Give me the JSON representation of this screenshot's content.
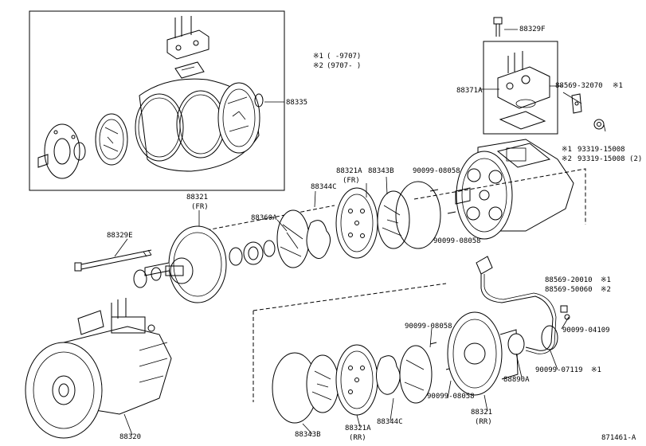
{
  "notes": {
    "note1_mark": "※1",
    "note1_text": "(      -9707)",
    "note2_mark": "※2",
    "note2_text": "(9707-      )"
  },
  "labels": {
    "p88329F": "88329F",
    "p88335": "88335",
    "p88371A": "88371A",
    "p88569_32070": "88569-32070",
    "p88569_32070_mark": "※1",
    "p93319_15008_1": "93319-15008",
    "p93319_15008_1_mark": "※1",
    "p93319_15008_2": "93319-15008 (2)",
    "p93319_15008_2_mark": "※2",
    "p88321_fr": "88321",
    "p88321_fr_sub": "(FR)",
    "p88321A_fr": "88321A",
    "p88321A_fr_sub": "(FR)",
    "p88343B_top": "88343B",
    "p88344C_top": "88344C",
    "p90099_08058_a": "90099-08058",
    "p90099_08058_b": "90099-08058",
    "p90099_08058_c": "90099-08058",
    "p90099_08058_d": "90099-08058",
    "p88360A": "88360A",
    "p88329E": "88329E",
    "p88569_20010": "88569-20010",
    "p88569_20010_mark": "※1",
    "p88569_50060": "88569-50060",
    "p88569_50060_mark": "※2",
    "p90099_04109": "90099-04109",
    "p88890A": "88890A",
    "p90099_07119": "90099-07119",
    "p90099_07119_mark": "※1",
    "p88321_rr": "88321",
    "p88321_rr_sub": "(RR)",
    "p88321A_rr": "88321A",
    "p88321A_rr_sub": "(RR)",
    "p88343B_bot": "88343B",
    "p88344C_bot": "88344C",
    "p88320": "88320",
    "ref": "871461-A"
  }
}
